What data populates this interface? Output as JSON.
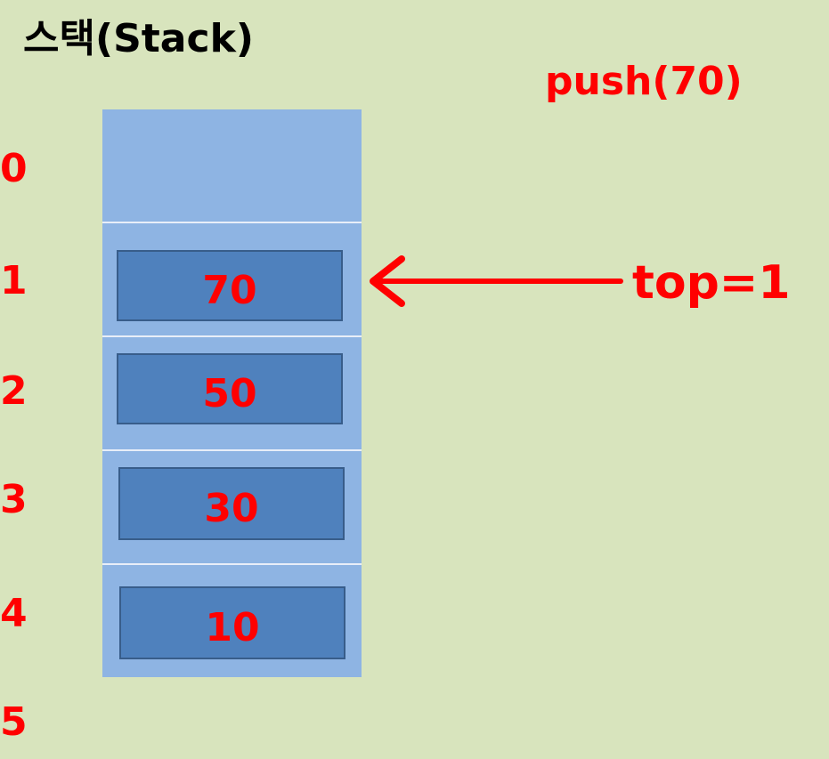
{
  "title": "스택(Stack)",
  "operation": "push(70)",
  "indices": [
    "0",
    "1",
    "2",
    "3",
    "4",
    "5"
  ],
  "stack": {
    "slots": [
      {
        "index": "0",
        "value": ""
      },
      {
        "index": "1",
        "value": "70"
      },
      {
        "index": "2",
        "value": "50"
      },
      {
        "index": "3",
        "value": "30"
      },
      {
        "index": "4",
        "value": "10"
      }
    ]
  },
  "pointer": {
    "label": "top=1",
    "target_index": 1
  },
  "colors": {
    "background": "#d8e4bd",
    "slot": "#8eb4e3",
    "element": "#4f81bd",
    "highlight": "#ff0000"
  }
}
